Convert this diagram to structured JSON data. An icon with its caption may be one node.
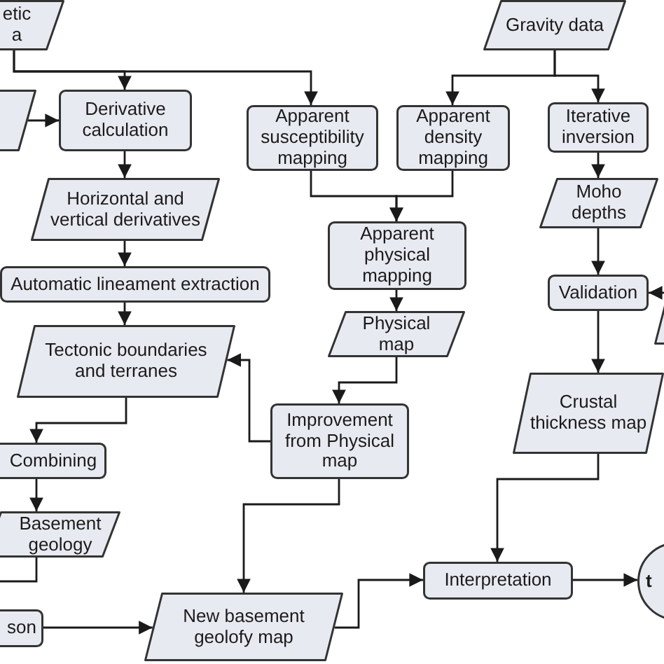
{
  "diagram": {
    "nodes": [
      {
        "text": [
          "etic a"
        ]
      },
      {
        "text": [
          "Gravity data"
        ]
      },
      {
        "text": [],
        "shape": "parallelogram"
      },
      {
        "text": [
          "Derivative calculation"
        ]
      },
      {
        "text": [
          "Apparent susceptibility mapping"
        ]
      },
      {
        "text": [
          "Apparent density mapping"
        ]
      },
      {
        "text": [
          "Iterative inversion"
        ]
      },
      {
        "text": [
          "Horizontal and vertical derivatives"
        ]
      },
      {
        "text": [
          "Moho depths"
        ]
      },
      {
        "text": [
          "Apparent physical mapping"
        ]
      },
      {
        "text": [
          "Automatic lineament extraction"
        ]
      },
      {
        "text": [
          "Validation"
        ]
      },
      {
        "text": [],
        "shape": "parallelogram"
      },
      {
        "text": [
          "Tectonic boundaries and terranes"
        ]
      },
      {
        "text": [
          "Physical map"
        ]
      },
      {
        "text": [
          "Improvement from Physical map"
        ]
      },
      {
        "text": [
          "Crustal thickness map"
        ]
      },
      {
        "text": [
          "Combining"
        ]
      },
      {
        "text": [
          "Basement geology"
        ]
      },
      {
        "text": [
          "son"
        ]
      },
      {
        "text": [
          "New basement geolofy map"
        ]
      },
      {
        "text": [
          "Interpretation"
        ]
      },
      {
        "text": [
          "t"
        ]
      }
    ],
    "edges": [
      {
        "from": 0,
        "to": 3,
        "arrow": "to"
      },
      {
        "from": 0,
        "to": 4,
        "arrow": "to"
      },
      {
        "from": 2,
        "to": 3,
        "arrow": "to"
      },
      {
        "from": 1,
        "to": 5,
        "arrow": "to"
      },
      {
        "from": 1,
        "to": 6,
        "arrow": "to"
      },
      {
        "from": 3,
        "to": 7,
        "arrow": "to"
      },
      {
        "from": 4,
        "to": 9,
        "arrow": "to"
      },
      {
        "from": 5,
        "to": 9,
        "arrow": "to"
      },
      {
        "from": 6,
        "to": 8,
        "arrow": "to"
      },
      {
        "from": 7,
        "to": 10,
        "arrow": "to"
      },
      {
        "from": 8,
        "to": 11,
        "arrow": "to"
      },
      {
        "from": 10,
        "to": 13,
        "arrow": "to"
      },
      {
        "from": 12,
        "to": 11,
        "arrow": "to"
      },
      {
        "from": 9,
        "to": 14,
        "arrow": "to"
      },
      {
        "from": 11,
        "to": 16,
        "arrow": "to"
      },
      {
        "from": 14,
        "to": 15,
        "arrow": "to"
      },
      {
        "from": 15,
        "to": 13,
        "arrow": "to"
      },
      {
        "from": 13,
        "to": 17,
        "arrow": "to"
      },
      {
        "from": 16,
        "to": 21,
        "arrow": "to"
      },
      {
        "from": 15,
        "to": 20,
        "arrow": "to"
      },
      {
        "from": 17,
        "to": 18,
        "arrow": "to"
      },
      {
        "from": 18,
        "to": null,
        "arrow": "none"
      },
      {
        "from": 19,
        "to": 20,
        "arrow": "to"
      },
      {
        "from": 20,
        "to": 21,
        "arrow": "to"
      },
      {
        "from": 21,
        "to": 22,
        "arrow": "to"
      }
    ]
  }
}
